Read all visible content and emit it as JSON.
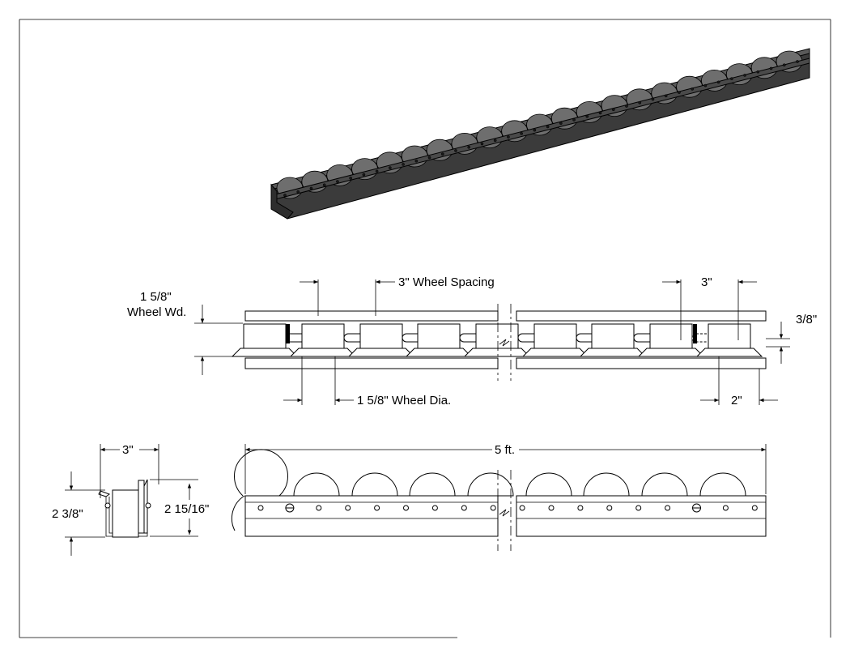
{
  "labels": {
    "wheel_spacing": "3\" Wheel Spacing",
    "wheel_width_value": "1 5/8\"",
    "wheel_width_caption": "Wheel Wd.",
    "end_spacing": "3\"",
    "edge_offset": "3/8\"",
    "wheel_diameter": "1 5/8\" Wheel Dia.",
    "end_margin": "2\"",
    "section_width": "3\"",
    "overall_length": "5 ft.",
    "section_height_inner": "2 3/8\"",
    "section_height_outer": "2 15/16\""
  },
  "colors": {
    "line": "#000000",
    "rail_dark": "#3b3b3b",
    "rail_mid": "#5a5a5a",
    "wheel": "#6e6e6e",
    "paper": "#ffffff"
  },
  "views": [
    "isometric-view",
    "top-view",
    "end-section-view",
    "side-view"
  ]
}
